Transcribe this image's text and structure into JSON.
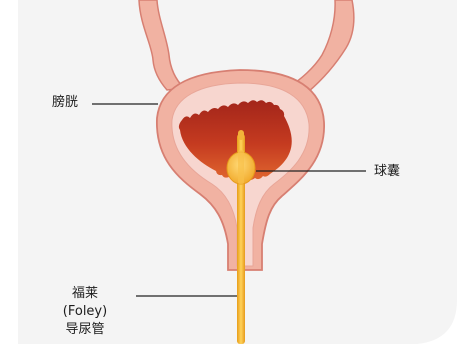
{
  "labels": {
    "bladder": "膀胱",
    "balloon": "球囊",
    "catheter_line1": "福莱",
    "catheter_line2": "(Foley)",
    "catheter_line3": "导尿管"
  },
  "colors": {
    "background_panel": "#f4f4f4",
    "bladder_wall": "#f1b2a2",
    "bladder_outline": "#d77f72",
    "bladder_inner": "#f7d6cf",
    "urine_dark": "#b12b1d",
    "urine_light": "#dd5a35",
    "catheter": "#f2b233",
    "balloon": "#f6b73c",
    "leader_line": "#222222"
  },
  "icons": {
    "bladder_illustration": "bladder-icon",
    "catheter_illustration": "foley-catheter-icon"
  }
}
